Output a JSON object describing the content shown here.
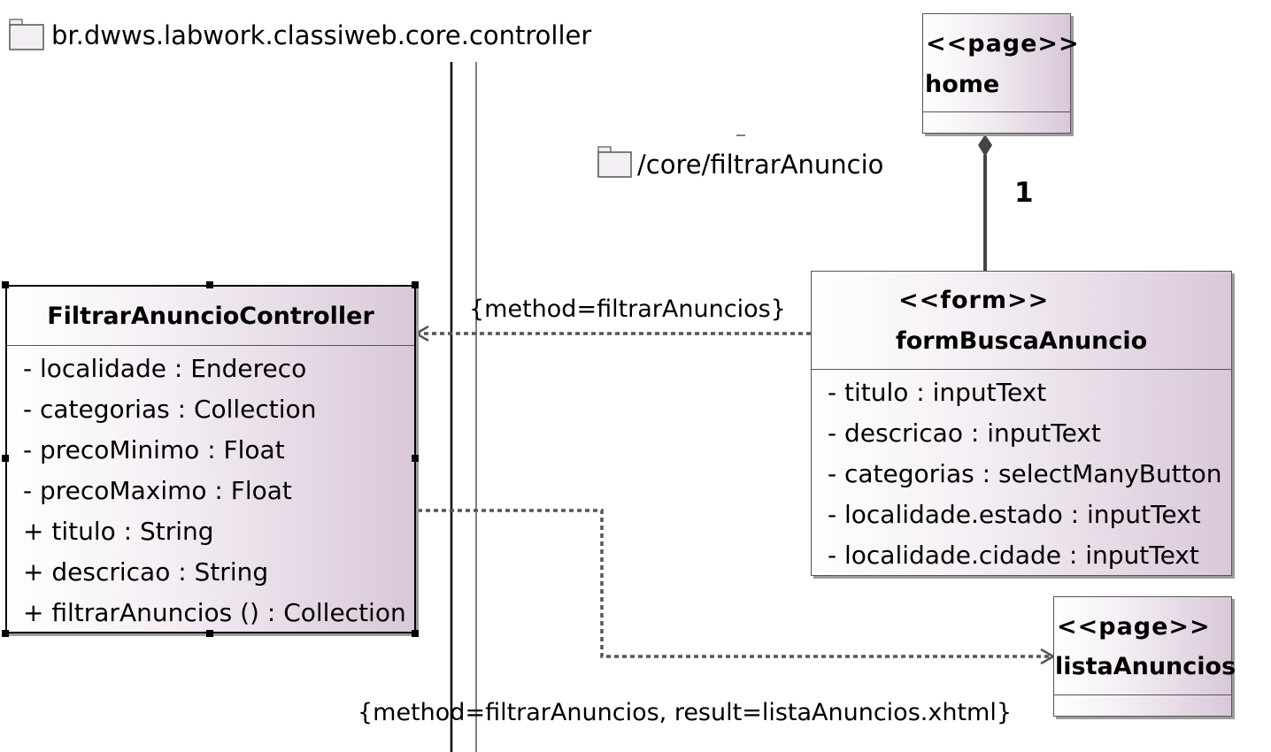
{
  "package": {
    "name": "br.dwws.labwork.classiweb.core.controller"
  },
  "subpackage": {
    "name": "/core/filtrarAnuncio"
  },
  "controller": {
    "name": "FiltrarAnuncioController",
    "members": [
      "- localidade : Endereco",
      "- categorias : Collection",
      "- precoMinimo : Float",
      "- precoMaximo : Float",
      "+ titulo : String",
      "+ descricao : String",
      "+ filtrarAnuncios () : Collection"
    ]
  },
  "home_page": {
    "stereotype": "<<page>>",
    "name": "home"
  },
  "form": {
    "stereotype": "<<form>>",
    "name": "formBuscaAnuncio",
    "members": [
      "- titulo : inputText",
      "- descricao : inputText",
      "- categorias : selectManyButton",
      "- localidade.estado : inputText",
      "- localidade.cidade : inputText"
    ]
  },
  "lista_page": {
    "stereotype": "<<page>>",
    "name": "listaAnuncios"
  },
  "composition": {
    "multiplicity": "1"
  },
  "edges": {
    "form_to_controller": "{method=filtrarAnuncios}",
    "controller_to_lista": "{method=filtrarAnuncios, result=listaAnuncios.xhtml}"
  }
}
